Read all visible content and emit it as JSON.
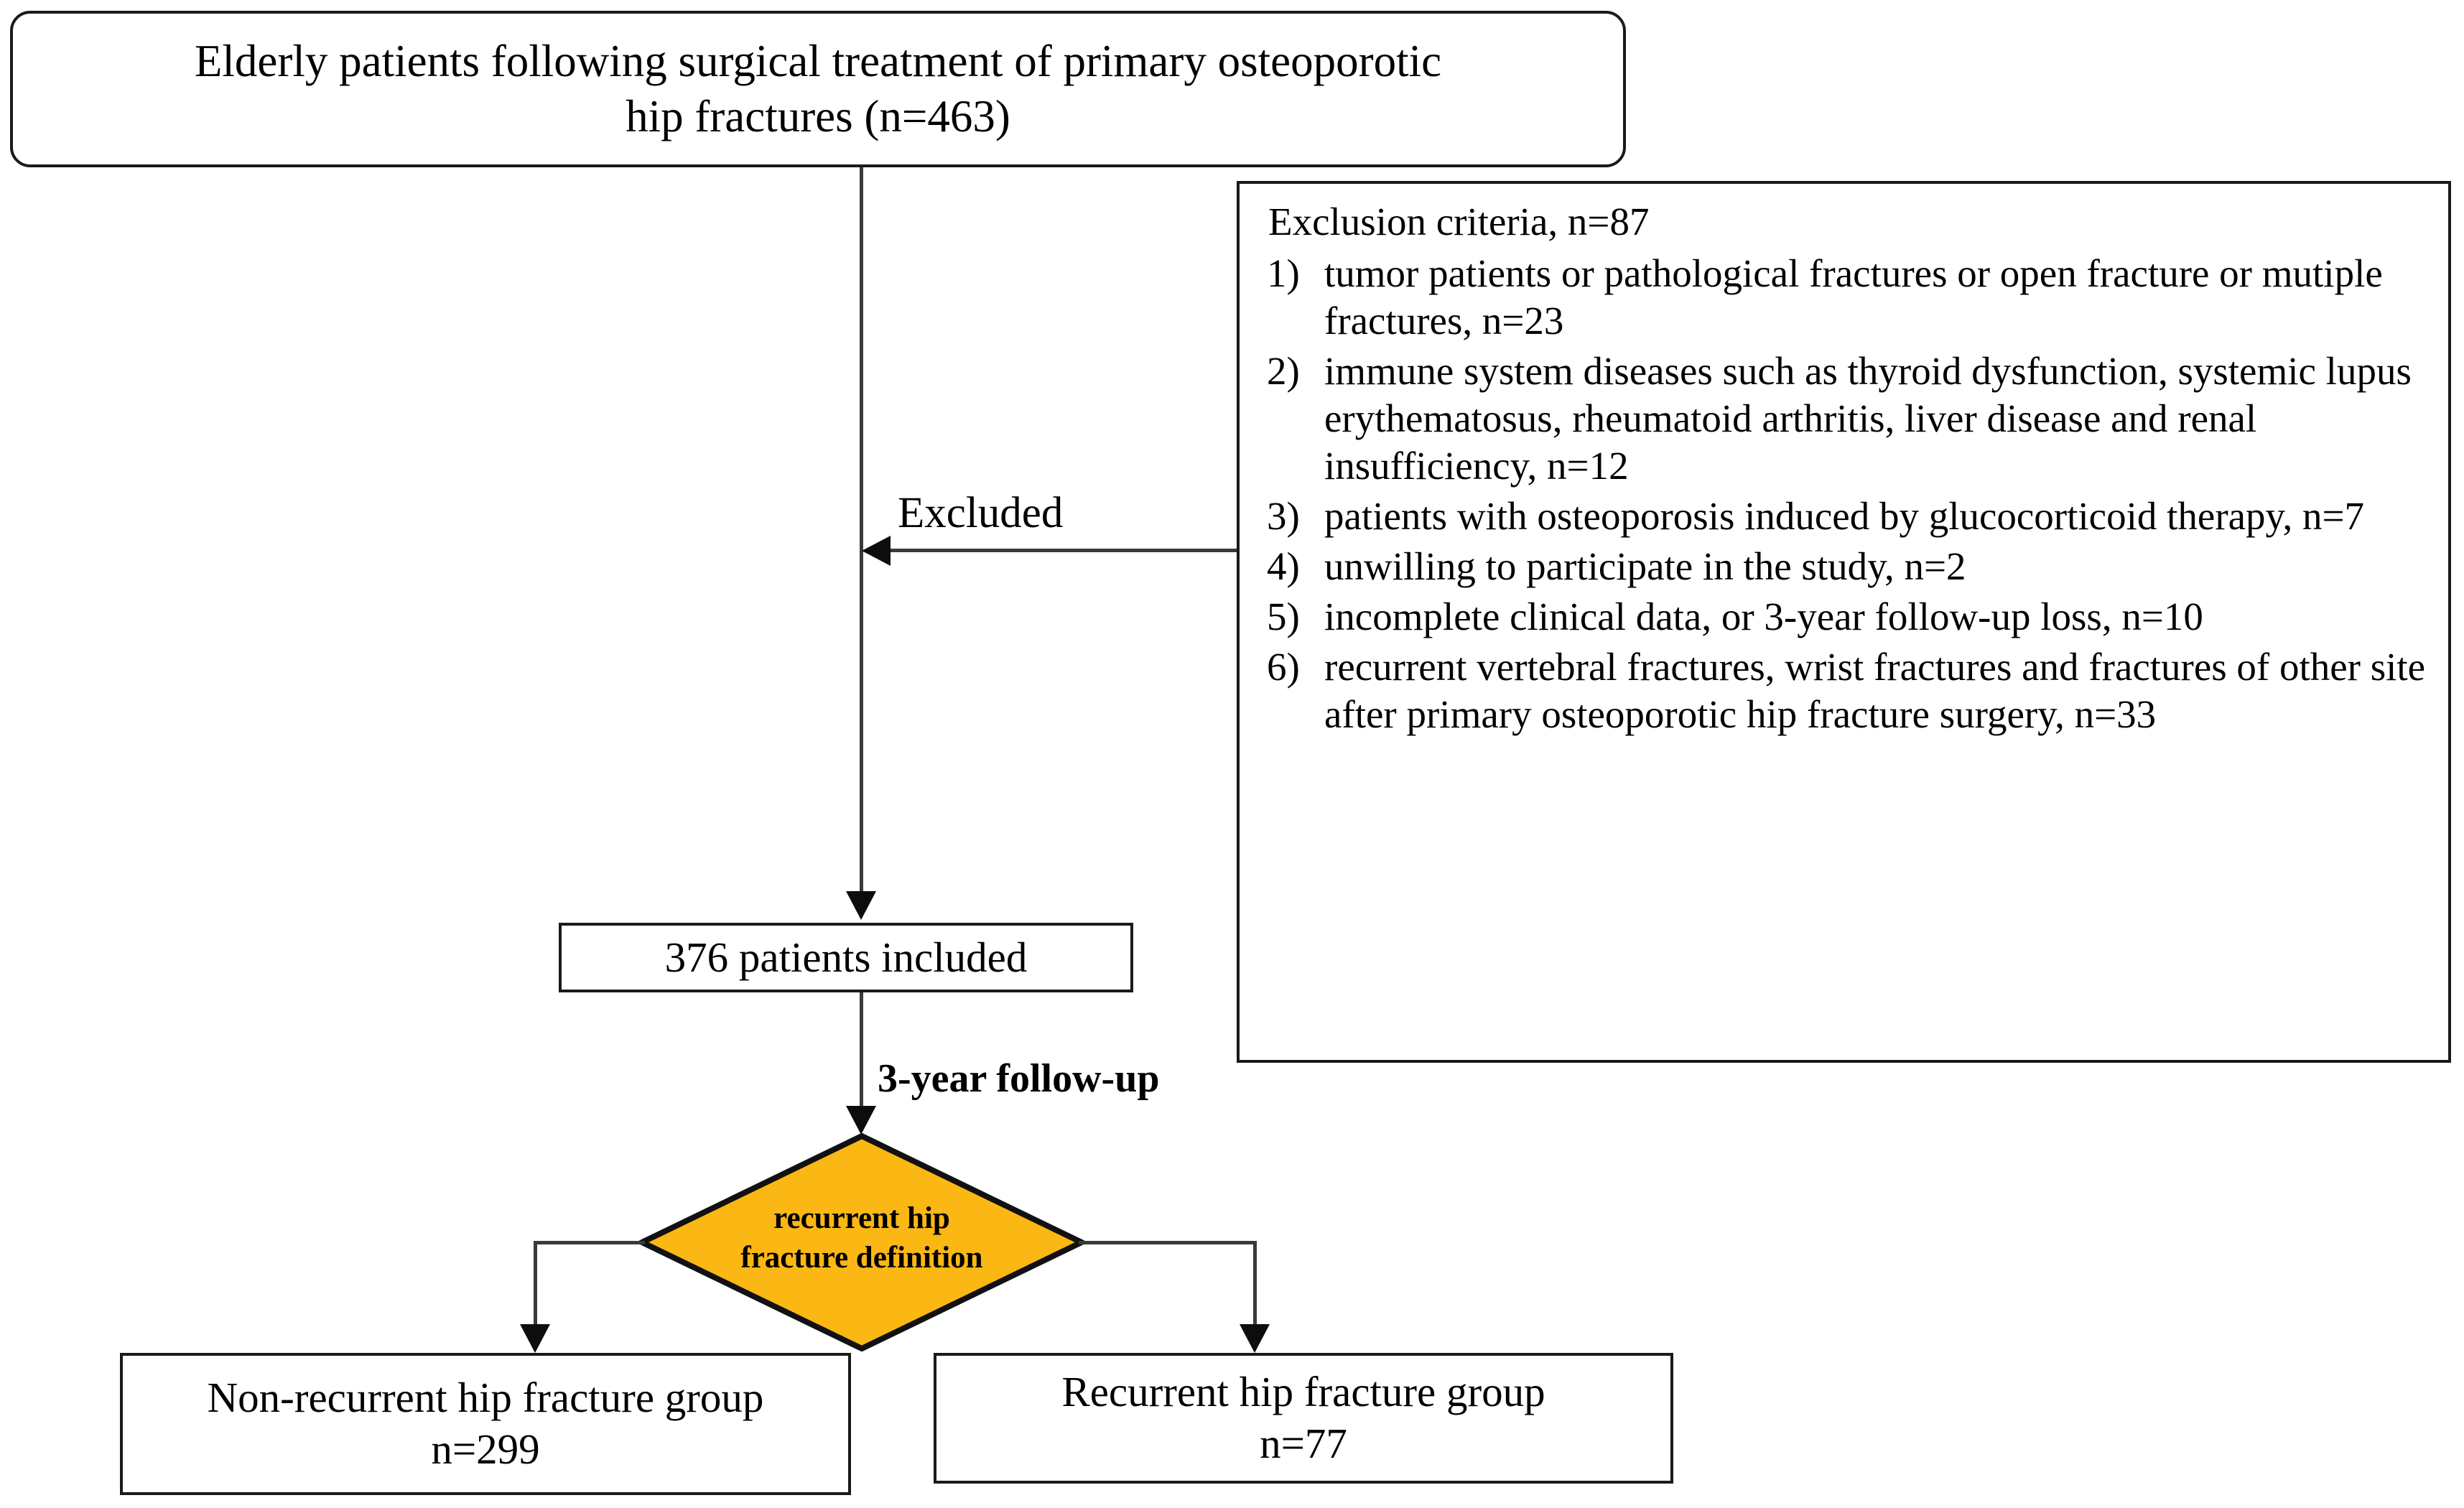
{
  "diagram": {
    "type": "flowchart",
    "title": "Patient selection flow diagram",
    "accent_color": "#FBB713",
    "line_color": "#3a3a3a",
    "box_border_color": "#1a1a1a",
    "background": "#ffffff"
  },
  "top_box": {
    "line1": "Elderly patients following surgical treatment of primary osteoporotic",
    "line2": "hip fractures (n=463)"
  },
  "exclusion": {
    "title": "Exclusion criteria, n=87",
    "items": [
      {
        "marker": "1)",
        "text": "tumor patients or pathological fractures or open fracture or mutiple fractures, n=23"
      },
      {
        "marker": "2)",
        "text": "immune system diseases such as thyroid dysfunction, systemic lupus erythematosus, rheumatoid arthritis, liver disease and renal insufficiency, n=12"
      },
      {
        "marker": "3)",
        "text": "patients with osteoporosis  induced by glucocorticoid therapy, n=7"
      },
      {
        "marker": "4)",
        "text": "unwilling to participate in the study, n=2"
      },
      {
        "marker": "5)",
        "text": "incomplete clinical data, or 3-year follow-up loss, n=10"
      },
      {
        "marker": "6)",
        "text": "recurrent vertebral fractures, wrist fractures and fractures of other site after primary osteoporotic hip fracture surgery, n=33"
      }
    ]
  },
  "edges": {
    "excluded_label": "Excluded",
    "followup_label": "3-year follow-up"
  },
  "included_box": {
    "text": "376 patients included"
  },
  "decision": {
    "line1": "recurrent hip",
    "line2": "fracture  definition"
  },
  "groups": {
    "left": {
      "name": "Non-recurrent hip fracture group",
      "count": "n=299"
    },
    "right": {
      "name": "Recurrent hip fracture group",
      "count": "n=77"
    }
  }
}
